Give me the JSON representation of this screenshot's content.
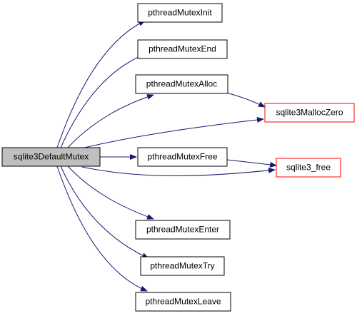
{
  "diagram": {
    "colors": {
      "edge": "#191970",
      "arrowhead": "#191970",
      "node_border_default": "#000000",
      "node_border_external": "#ff0000",
      "root_fill": "#bfbfbf",
      "node_fill": "#ffffff"
    },
    "nodes": [
      {
        "id": "sqlite3DefaultMutex",
        "label": "sqlite3DefaultMutex",
        "kind": "root"
      },
      {
        "id": "pthreadMutexInit",
        "label": "pthreadMutexInit",
        "kind": "default"
      },
      {
        "id": "pthreadMutexEnd",
        "label": "pthreadMutexEnd",
        "kind": "default"
      },
      {
        "id": "pthreadMutexAlloc",
        "label": "pthreadMutexAlloc",
        "kind": "default"
      },
      {
        "id": "sqlite3MallocZero",
        "label": "sqlite3MallocZero",
        "kind": "external"
      },
      {
        "id": "pthreadMutexFree",
        "label": "pthreadMutexFree",
        "kind": "default"
      },
      {
        "id": "sqlite3_free",
        "label": "sqlite3_free",
        "kind": "external"
      },
      {
        "id": "pthreadMutexEnter",
        "label": "pthreadMutexEnter",
        "kind": "default"
      },
      {
        "id": "pthreadMutexTry",
        "label": "pthreadMutexTry",
        "kind": "default"
      },
      {
        "id": "pthreadMutexLeave",
        "label": "pthreadMutexLeave",
        "kind": "default"
      }
    ],
    "edges": [
      {
        "from": "sqlite3DefaultMutex",
        "to": "pthreadMutexInit"
      },
      {
        "from": "sqlite3DefaultMutex",
        "to": "pthreadMutexEnd"
      },
      {
        "from": "sqlite3DefaultMutex",
        "to": "pthreadMutexAlloc"
      },
      {
        "from": "sqlite3DefaultMutex",
        "to": "sqlite3MallocZero"
      },
      {
        "from": "sqlite3DefaultMutex",
        "to": "pthreadMutexFree"
      },
      {
        "from": "sqlite3DefaultMutex",
        "to": "sqlite3_free"
      },
      {
        "from": "sqlite3DefaultMutex",
        "to": "pthreadMutexEnter"
      },
      {
        "from": "sqlite3DefaultMutex",
        "to": "pthreadMutexTry"
      },
      {
        "from": "sqlite3DefaultMutex",
        "to": "pthreadMutexLeave"
      },
      {
        "from": "pthreadMutexAlloc",
        "to": "sqlite3MallocZero"
      },
      {
        "from": "pthreadMutexFree",
        "to": "sqlite3_free"
      }
    ]
  }
}
